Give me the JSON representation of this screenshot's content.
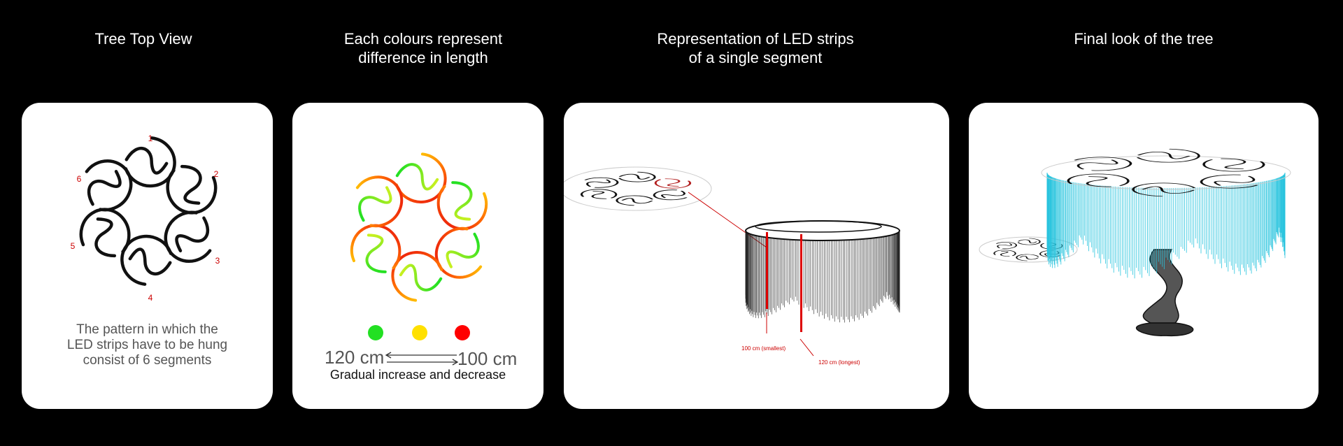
{
  "columns": [
    {
      "title": "Tree Top View"
    },
    {
      "title": "Each colours represent\ndifference in length"
    },
    {
      "title": "Representation of LED strips\nof a single segment"
    },
    {
      "title": "Final look of the tree"
    }
  ],
  "card1": {
    "segment_numbers": [
      "1",
      "2",
      "3",
      "4",
      "5",
      "6"
    ],
    "caption": "The pattern in which the\nLED strips have to be hung\nconsist of 6 segments"
  },
  "card2": {
    "legend_colors": [
      "#22e022",
      "#ffe000",
      "#ff0000"
    ],
    "left_label": "120 cm",
    "right_label": "100 cm",
    "gradual_text": "Gradual increase and decrease"
  },
  "card3": {
    "smallest_label": "100 cm (smallest)",
    "longest_label": "120 cm (longest)"
  },
  "colors": {
    "background": "#000000",
    "card": "#ffffff",
    "strip_black": "#111111",
    "strip_cyan": "#29c4de",
    "annotation_red": "#dd0000"
  }
}
